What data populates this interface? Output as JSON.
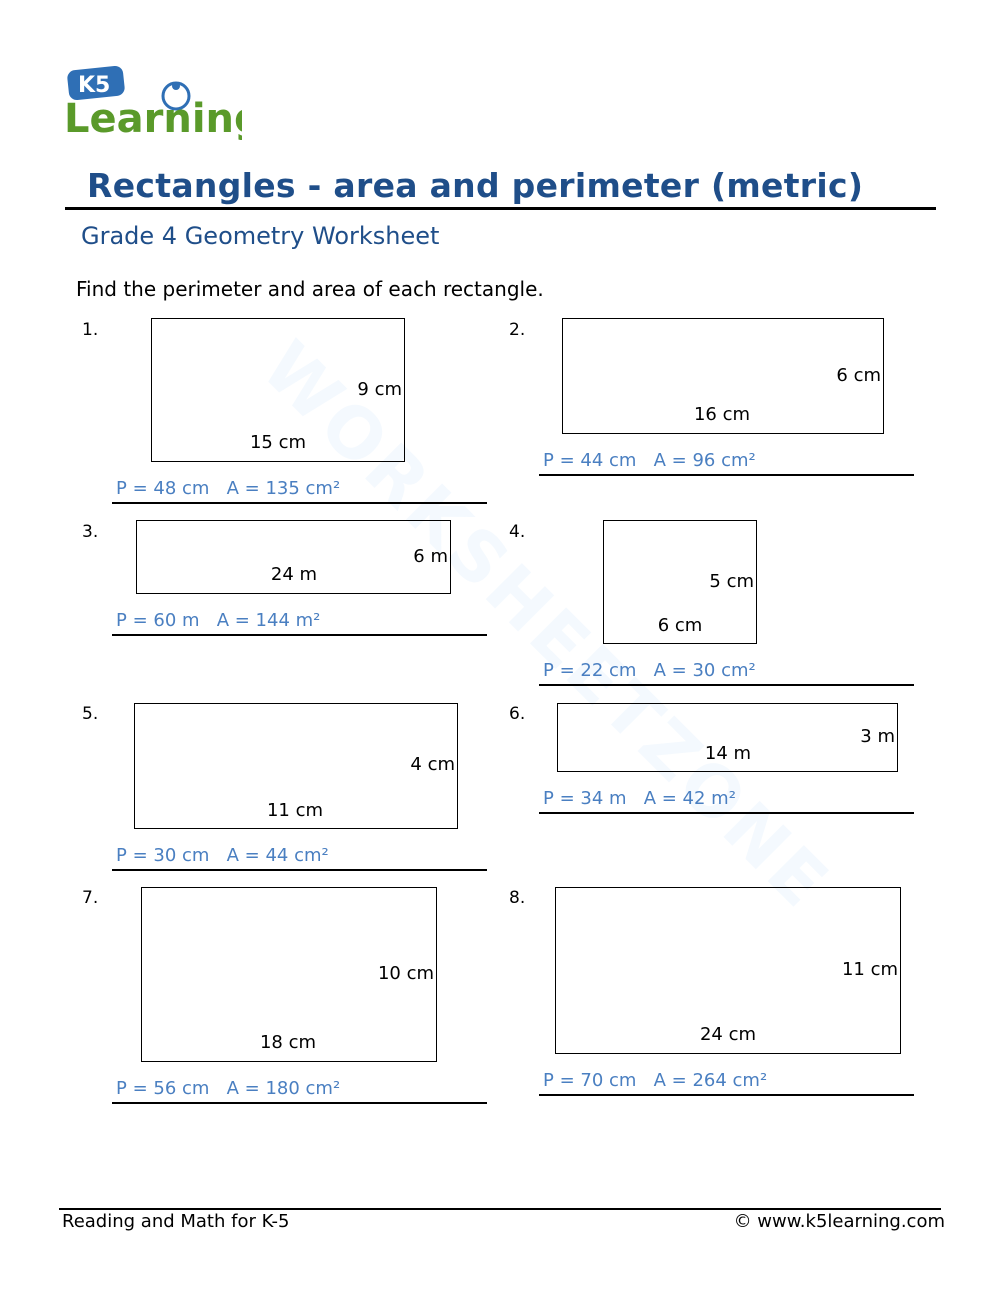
{
  "logo": {
    "text_k5": "K5",
    "text_learning": "Learning"
  },
  "title": "Rectangles - area and perimeter (metric)",
  "subtitle": "Grade 4 Geometry Worksheet",
  "instructions": "Find the perimeter and area of each rectangle.",
  "watermark": "WORKSHEETZONE",
  "problems": [
    {
      "number": "1.",
      "width": "15 cm",
      "height": "9 cm",
      "answer": "P = 48 cm   A = 135 cm²"
    },
    {
      "number": "2.",
      "width": "16 cm",
      "height": "6 cm",
      "answer": "P = 44 cm   A = 96 cm²"
    },
    {
      "number": "3.",
      "width": "24 m",
      "height": "6 m",
      "answer": "P = 60 m   A = 144 m²"
    },
    {
      "number": "4.",
      "width": "6 cm",
      "height": "5 cm",
      "answer": "P = 22 cm   A = 30 cm²"
    },
    {
      "number": "5.",
      "width": "11 cm",
      "height": "4 cm",
      "answer": "P = 30 cm   A = 44 cm²"
    },
    {
      "number": "6.",
      "width": "14 m",
      "height": "3 m",
      "answer": "P = 34 m   A = 42 m²"
    },
    {
      "number": "7.",
      "width": "18 cm",
      "height": "10 cm",
      "answer": "P = 56 cm   A = 180 cm²"
    },
    {
      "number": "8.",
      "width": "24 cm",
      "height": "11 cm",
      "answer": "P = 70 cm   A = 264 cm²"
    }
  ],
  "footer": {
    "left": "Reading and Math for K-5",
    "right": "© www.k5learning.com"
  },
  "colors": {
    "title": "#1f4e89",
    "answer": "#4a7fc1",
    "logo_green": "#5a9a2a",
    "logo_blue": "#2f6fb5"
  }
}
